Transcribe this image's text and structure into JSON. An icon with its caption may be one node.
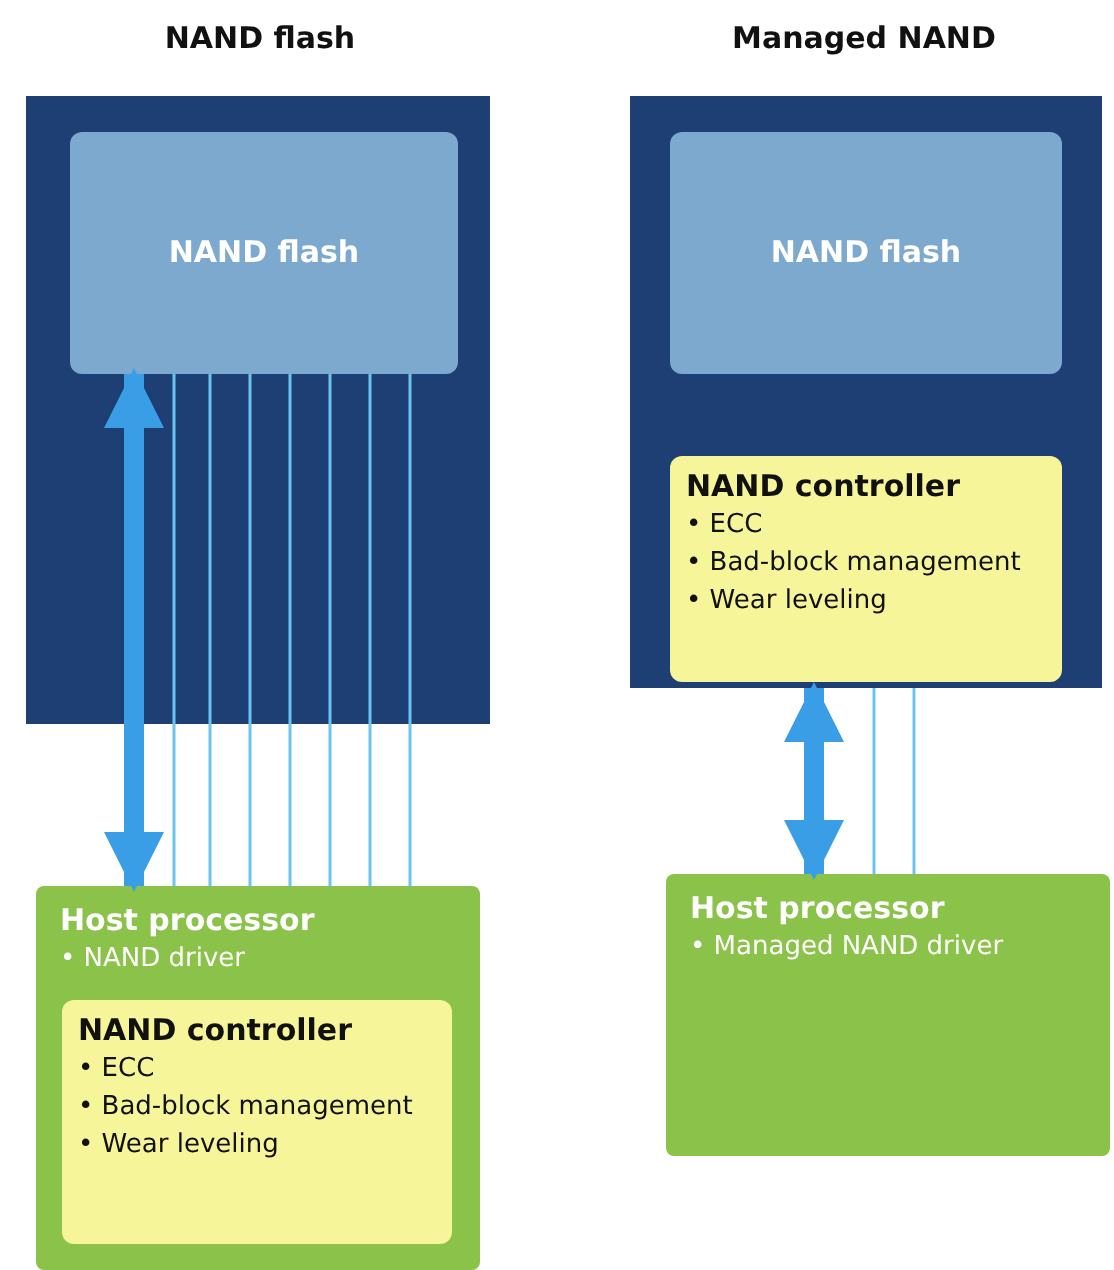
{
  "diagram": {
    "nodes": [
      {
        "text": [],
        "shape": "box"
      },
      {
        "text": [
          "NAND flash"
        ],
        "in": 0
      },
      {
        "text": [
          "Host processor",
          "• NAND driver"
        ]
      },
      {
        "text": [
          "NAND controller",
          "• ECC",
          "• Bad-block management",
          "• Wear leveling"
        ],
        "in": 2
      },
      {
        "text": [],
        "shape": "box"
      },
      {
        "text": [
          "NAND flash"
        ],
        "in": 4
      },
      {
        "text": [
          "NAND controller",
          "• ECC",
          "• Bad-block management",
          "• Wear leveling"
        ],
        "in": 4
      },
      {
        "text": [
          "Host processor",
          "• Managed NAND driver"
        ]
      }
    ],
    "edges": [
      {
        "from": 1,
        "to": 2,
        "arrow": "both",
        "style": "thick",
        "color": "#3a9ee6"
      },
      {
        "from": 1,
        "to": 2,
        "arrow": "none"
      },
      {
        "from": 1,
        "to": 2,
        "arrow": "none"
      },
      {
        "from": 1,
        "to": 2,
        "arrow": "none"
      },
      {
        "from": 1,
        "to": 2,
        "arrow": "none"
      },
      {
        "from": 1,
        "to": 2,
        "arrow": "none"
      },
      {
        "from": 1,
        "to": 2,
        "arrow": "none"
      },
      {
        "from": 1,
        "to": 2,
        "arrow": "none"
      },
      {
        "from": 4,
        "to": 7,
        "arrow": "both",
        "style": "thick",
        "color": "#3a9ee6"
      },
      {
        "from": 4,
        "to": 7,
        "arrow": "none"
      },
      {
        "from": 4,
        "to": 7,
        "arrow": "none"
      }
    ],
    "labels": [
      "NAND flash",
      "Managed NAND"
    ]
  }
}
